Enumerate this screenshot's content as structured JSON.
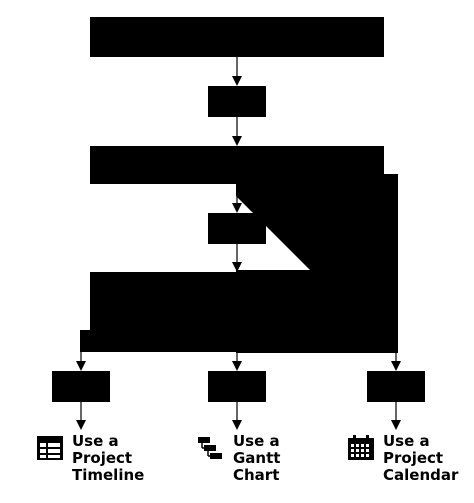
{
  "outcomes": [
    {
      "icon": "table-icon",
      "lines": [
        "Use a",
        "Project",
        "Timeline"
      ]
    },
    {
      "icon": "gantt-chart-icon",
      "lines": [
        "Use a",
        "Gantt",
        "Chart"
      ]
    },
    {
      "icon": "calendar-icon",
      "lines": [
        "Use a",
        "Project",
        "Calendar"
      ]
    }
  ],
  "colors": {
    "ink": "#000000",
    "background": "#ffffff"
  }
}
